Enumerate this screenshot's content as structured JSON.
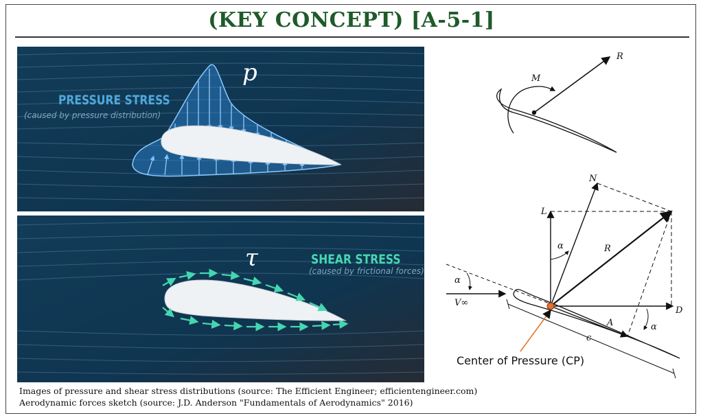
{
  "title": "(KEY CONCEPT) [A-5-1]",
  "pressure_panel": {
    "label": "PRESSURE STRESS",
    "sublabel": "(caused by pressure distribution)",
    "symbol": "p"
  },
  "shear_panel": {
    "label": "SHEAR STRESS",
    "sublabel": "(caused by frictional forces)",
    "symbol": "τ"
  },
  "sketch": {
    "moment_label": "M",
    "resultant_label": "R",
    "normal_label": "N",
    "lift_label": "L",
    "drag_label": "D",
    "axial_label": "A",
    "chord_label": "c",
    "alpha_label": "α",
    "freestream_label": "V∞",
    "cp_label": "Center of Pressure (CP)"
  },
  "captions": {
    "line1": "Images of pressure and shear stress distributions (source: The Efficient Engineer; efficientengineer.com)",
    "line2": "Aerodynamic forces sketch (source: J.D. Anderson \"Fundamentals of Aerodynamics\" 2016)"
  },
  "colors": {
    "title": "#1f5a2a",
    "panel_bg": "#0f3550",
    "pressure_blue": "#4fa8dc",
    "shear_green": "#45d7b0",
    "cp_marker": "#e2722a"
  }
}
